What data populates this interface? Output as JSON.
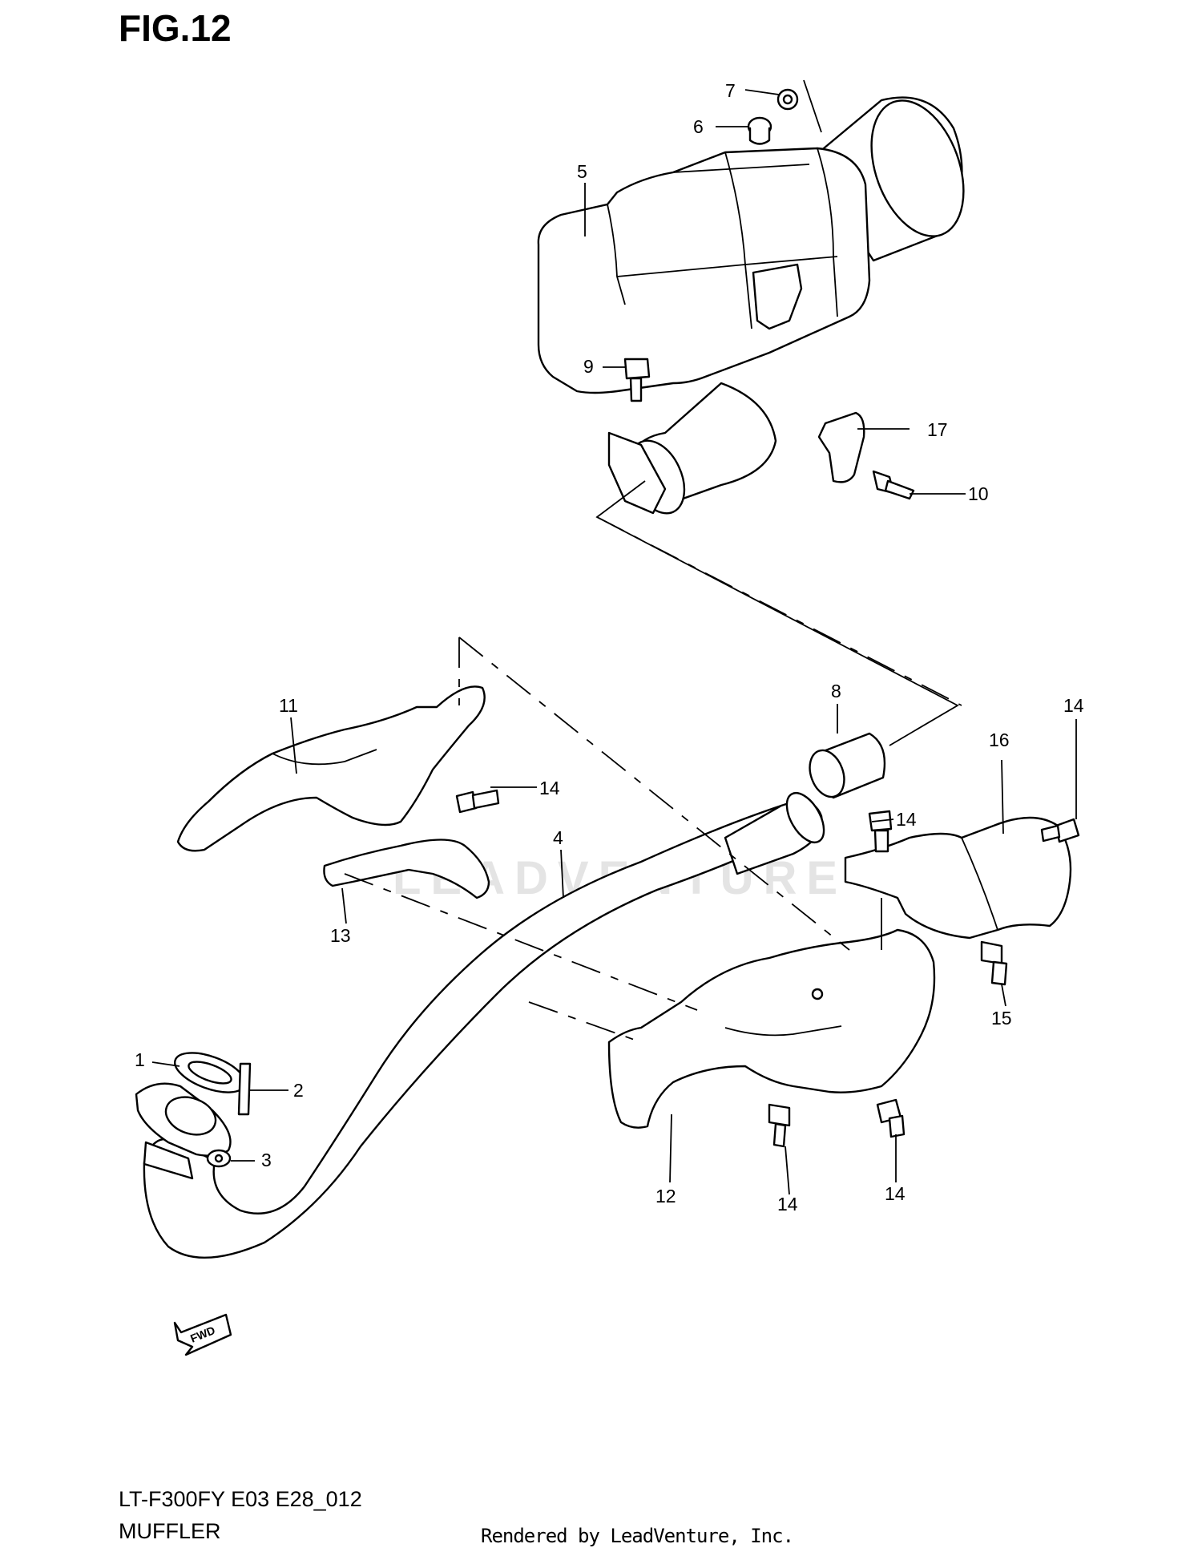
{
  "figure_title": "FIG.12",
  "model_code": "LT-F300FY E03 E28_012",
  "section_name": "MUFFLER",
  "rendered_by": "Rendered by LeadVenture, Inc.",
  "watermark_text": "LEADVENTURE",
  "fwd_label": "FWD",
  "callouts": {
    "c1": "1",
    "c2": "2",
    "c3": "3",
    "c4": "4",
    "c5": "5",
    "c6": "6",
    "c7": "7",
    "c8": "8",
    "c9": "9",
    "c10": "10",
    "c11": "11",
    "c12": "12",
    "c13": "13",
    "c14a": "14",
    "c14b": "14",
    "c14c": "14",
    "c14d": "14",
    "c14e": "14",
    "c15": "15",
    "c16": "16",
    "c17": "17"
  }
}
